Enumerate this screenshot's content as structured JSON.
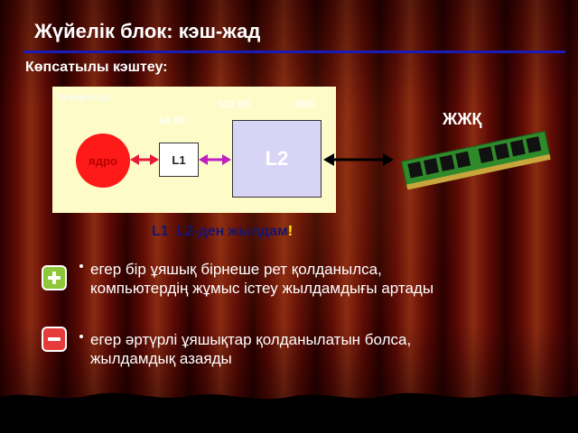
{
  "slide": {
    "title": "Жүйелік блок: кэш-жад",
    "subtitle": "Көпсатылы кэштеу:"
  },
  "diagram": {
    "processor_label": "процессор",
    "l2_size_a": "128 Кб",
    "l2_size_b": "4Мб",
    "l1_size": "64 Кб",
    "core_label": "ядро",
    "l1_label": "L1",
    "l2_label": "L2",
    "ram_label": "ЖЖҚ"
  },
  "speed_note": {
    "l1": "L1",
    "l2_text": "L2-ден",
    "fast": "жылдам",
    "excl": "!"
  },
  "bullets": {
    "plus_line1": "егер бір ұяшық бірнеше рет қолданылса,",
    "plus_line2": "компьютердің жұмыс істеу жылдамдығы артады",
    "minus_line1": "егер әртүрлі ұяшықтар қолданылатын болса,",
    "minus_line2": "жылдамдық азаяды"
  },
  "colors": {
    "title_rule": "#1b1bb8",
    "processor_box": "#fdfcc8",
    "core": "#ff1a1a",
    "l2_box": "#d8d4f6",
    "arrow_core_l1": "#e8183a",
    "arrow_l1_l2": "#c020c0",
    "arrow_l2_ram": "#000000",
    "plus_icon": "#8fc73a",
    "minus_icon": "#e53b3b"
  }
}
